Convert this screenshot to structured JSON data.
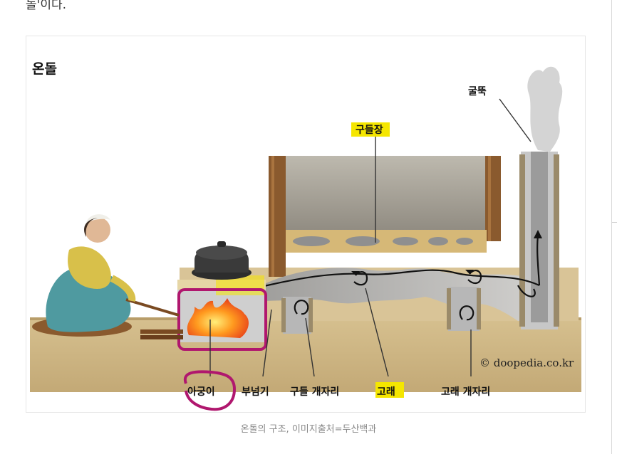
{
  "article": {
    "top_text": "돌'이다."
  },
  "figure": {
    "title": "온돌",
    "labels": {
      "chimney": "굴뚝",
      "gudeuljang": "구들장",
      "agungi": "아궁이",
      "buneomgi": "부넘기",
      "gudeul_gaejari": "구들 개자리",
      "gorae": "고래",
      "gorae_gaejari": "고래 개자리"
    },
    "credit": "© doopedia.co.kr",
    "expand_icon": "plus-icon",
    "expand_symbol": "+"
  },
  "caption": "온돌의  구조,  이미지출처=두산백과",
  "colors": {
    "highlight": "#f5e600",
    "annotation_circle": "#b0176e",
    "expand_icon": "#3a5fa8"
  }
}
